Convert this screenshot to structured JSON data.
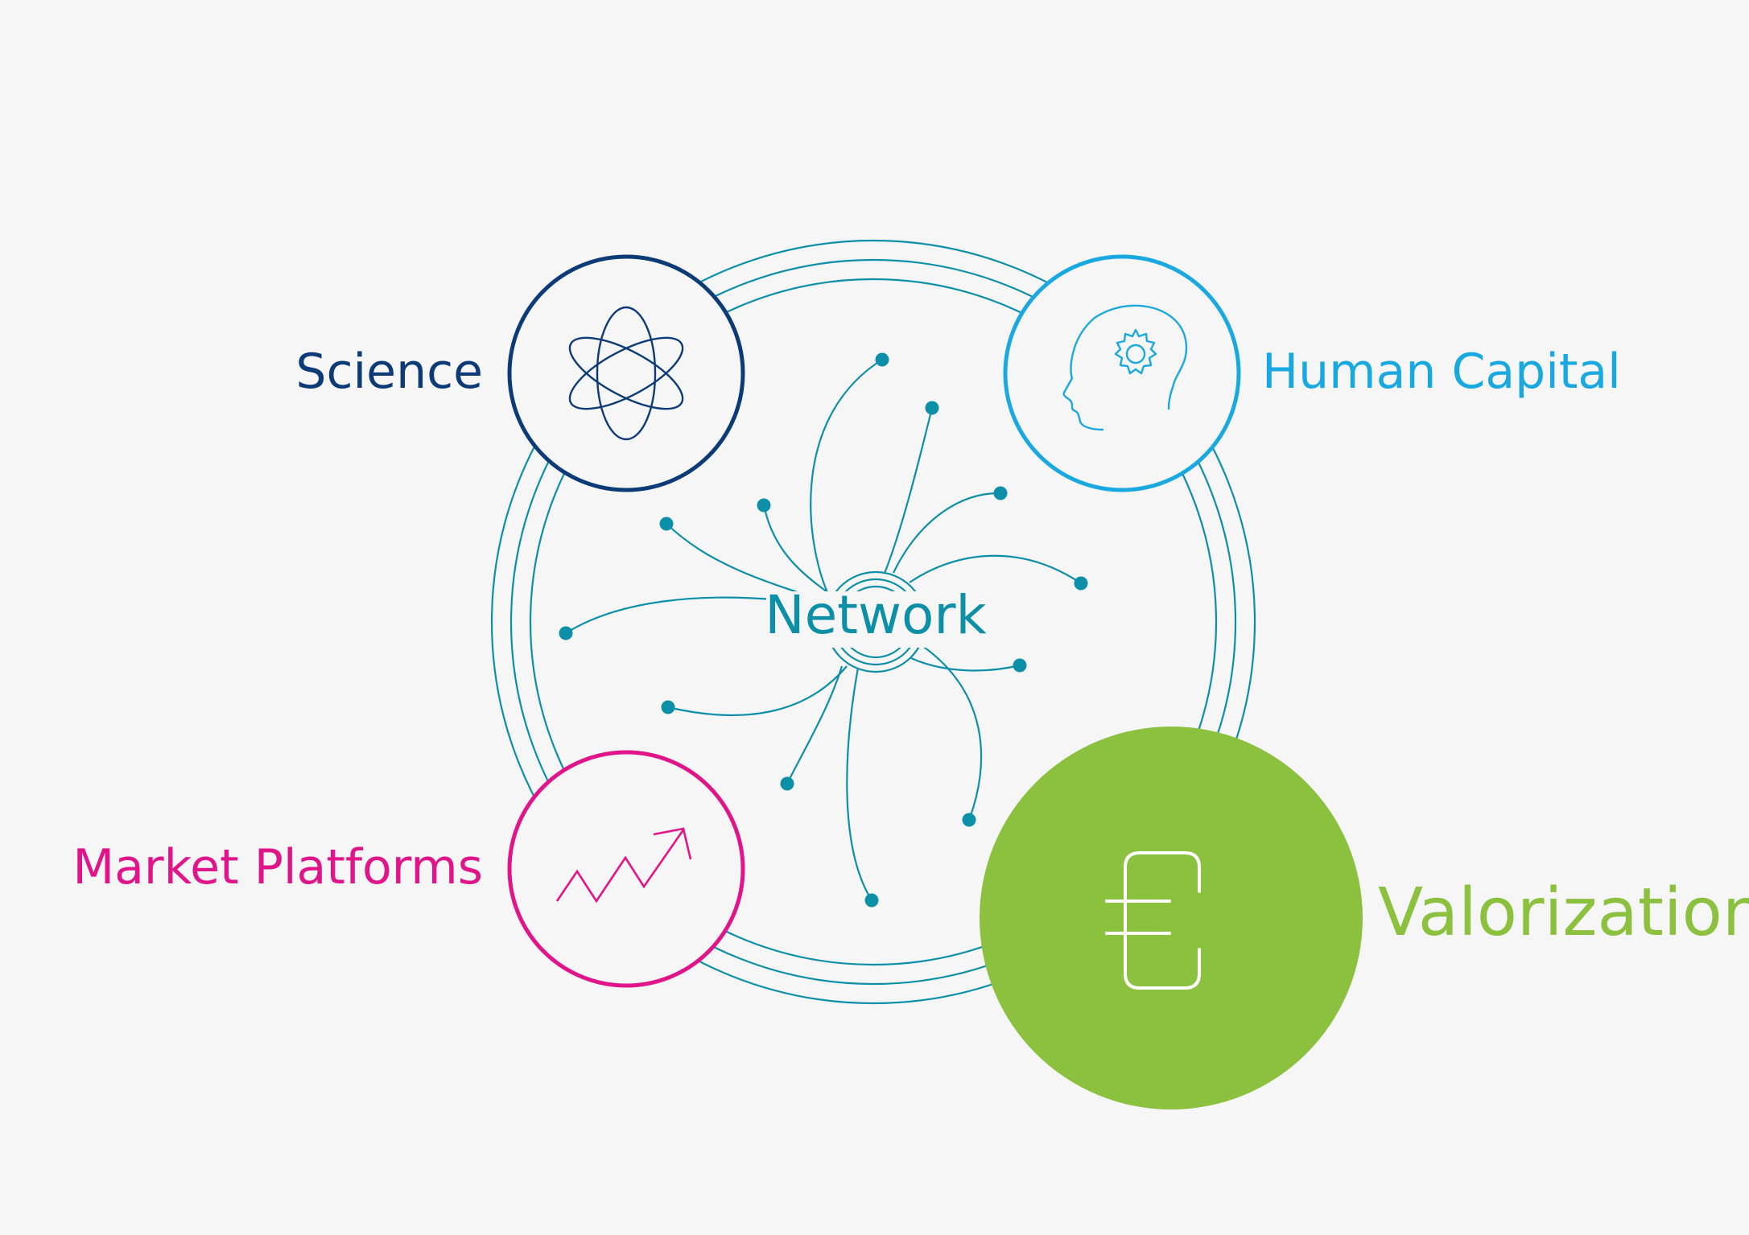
{
  "diagram": {
    "center_label": "Network",
    "nodes": [
      {
        "id": "science",
        "label": "Science",
        "icon": "atom-icon",
        "color": "#0d3b78"
      },
      {
        "id": "human-capital",
        "label": "Human Capital",
        "icon": "head-gear-icon",
        "color": "#19a9e0"
      },
      {
        "id": "market-platforms",
        "label": "Market Platforms",
        "icon": "trend-up-icon",
        "color": "#e0158a"
      },
      {
        "id": "valorization",
        "label": "Valorization",
        "icon": "euro-icon",
        "color": "#8cc13f"
      }
    ],
    "colors": {
      "network": "#0d8fa8",
      "background": "#f6f6f6"
    }
  }
}
